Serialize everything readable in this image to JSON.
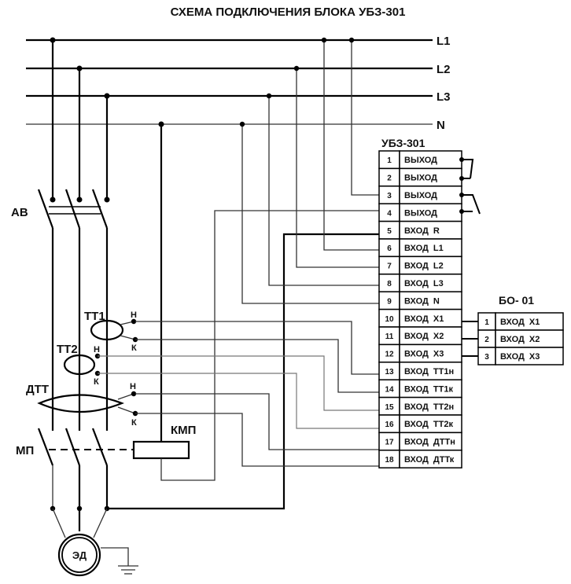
{
  "title": "СХЕМА ПОДКЛЮЧЕНИЯ БЛОКА УБЗ-301",
  "buses": [
    {
      "label": "L1"
    },
    {
      "label": "L2"
    },
    {
      "label": "L3"
    },
    {
      "label": "N"
    }
  ],
  "components": {
    "breaker": "АВ",
    "ct1": "ТТ1",
    "ct2": "ТТ2",
    "dtt": "ДТТ",
    "starter": "МП",
    "coil": "КМП",
    "motor": "ЭД",
    "start_mark": "Н",
    "end_mark": "К"
  },
  "ubz": {
    "title": "УБЗ-301",
    "terminals": [
      {
        "num": "1",
        "label": "ВЫХОД"
      },
      {
        "num": "2",
        "label": "ВЫХОД"
      },
      {
        "num": "3",
        "label": "ВЫХОД"
      },
      {
        "num": "4",
        "label": "ВЫХОД"
      },
      {
        "num": "5",
        "label": "ВХОД  R"
      },
      {
        "num": "6",
        "label": "ВХОД  L1"
      },
      {
        "num": "7",
        "label": "ВХОД  L2"
      },
      {
        "num": "8",
        "label": "ВХОД  L3"
      },
      {
        "num": "9",
        "label": "ВХОД  N"
      },
      {
        "num": "10",
        "label": "ВХОД  Х1"
      },
      {
        "num": "11",
        "label": "ВХОД  Х2"
      },
      {
        "num": "12",
        "label": "ВХОД  Х3"
      },
      {
        "num": "13",
        "label": "ВХОД  ТТ1н"
      },
      {
        "num": "14",
        "label": "ВХОД  ТТ1к"
      },
      {
        "num": "15",
        "label": "ВХОД  ТТ2н"
      },
      {
        "num": "16",
        "label": "ВХОД  ТТ2к"
      },
      {
        "num": "17",
        "label": "ВХОД  ДТТн"
      },
      {
        "num": "18",
        "label": "ВХОД  ДТТк"
      }
    ]
  },
  "bo": {
    "title": "БО- 01",
    "terminals": [
      {
        "num": "1",
        "label": "ВХОД  Х1"
      },
      {
        "num": "2",
        "label": "ВХОД  Х2"
      },
      {
        "num": "3",
        "label": "ВХОД  Х3"
      }
    ]
  }
}
